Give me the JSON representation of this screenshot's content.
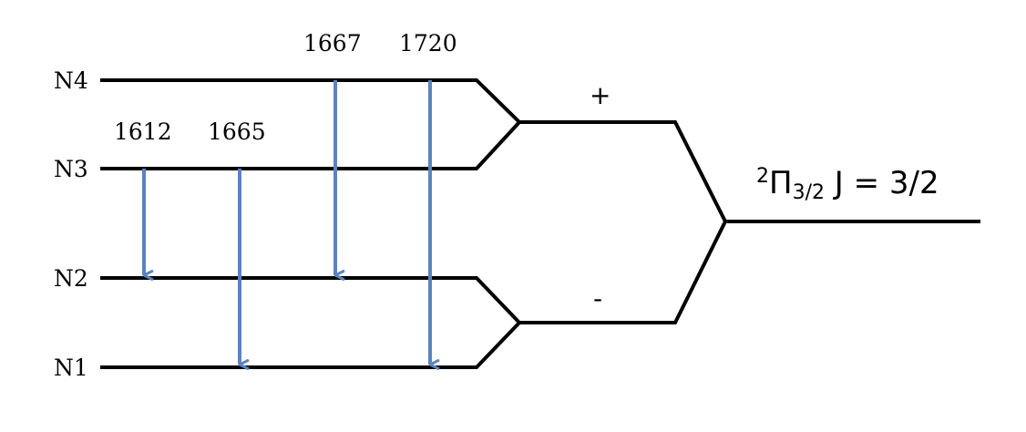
{
  "levels": [
    {
      "id": "N4",
      "label": "N4"
    },
    {
      "id": "N3",
      "label": "N3"
    },
    {
      "id": "N2",
      "label": "N2"
    },
    {
      "id": "N1",
      "label": "N1"
    }
  ],
  "parity": {
    "plus": "+",
    "minus": "-"
  },
  "state": {
    "superscript": "2",
    "symbol": "Π",
    "subscript": "3/2",
    "rest": " J = 3/2"
  },
  "transitions": [
    {
      "label": "1612",
      "from": "N3",
      "to": "N2"
    },
    {
      "label": "1665",
      "from": "N3",
      "to": "N1"
    },
    {
      "label": "1667",
      "from": "N4",
      "to": "N2"
    },
    {
      "label": "1720",
      "from": "N4",
      "to": "N1"
    }
  ],
  "colors": {
    "lines": "#000000",
    "arrows": "#5b84bf"
  }
}
